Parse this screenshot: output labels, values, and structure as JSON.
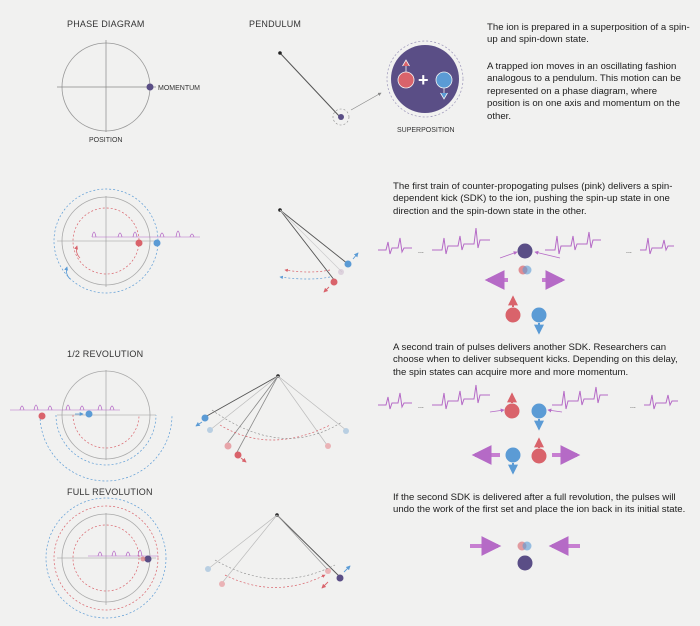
{
  "labels": {
    "phase_diagram": "PHASE DIAGRAM",
    "pendulum": "PENDULUM",
    "momentum": "MOMENTUM",
    "position": "POSITION",
    "superposition": "SUPERPOSITION",
    "half_revolution": "1/2 REVOLUTION",
    "full_revolution": "FULL REVOLUTION",
    "plus": "+",
    "ellipsis": "..."
  },
  "text": {
    "p1a": "The ion is prepared in a superposition of a spin-up and spin-down state.",
    "p1b": "A trapped ion moves in an oscillating fashion analogous to a pendulum. This motion can be represented on a phase diagram, where position is on one axis and momentum on the other.",
    "p2": "The first train of counter-propogating pulses (pink) delivers a spin-dependent kick (SDK) to the ion, pushing the spin-up state in one direction and the spin-down state in the other.",
    "p3": "A second train of pulses delivers another SDK. Researchers can choose when to deliver subsequent kicks. Depending on this delay, the spin states can acquire more and more momentum.",
    "p4": "If the second SDK is delivered after a full revolution, the pulses will undo the work of the first set and place the ion back in its initial state."
  },
  "colors": {
    "ion": "#5a4e86",
    "spin_up": "#d9636b",
    "spin_down": "#5b9bd5",
    "pulse": "#b56ac6",
    "arrow": "#c77fd1",
    "axis": "#8a8a8a"
  }
}
